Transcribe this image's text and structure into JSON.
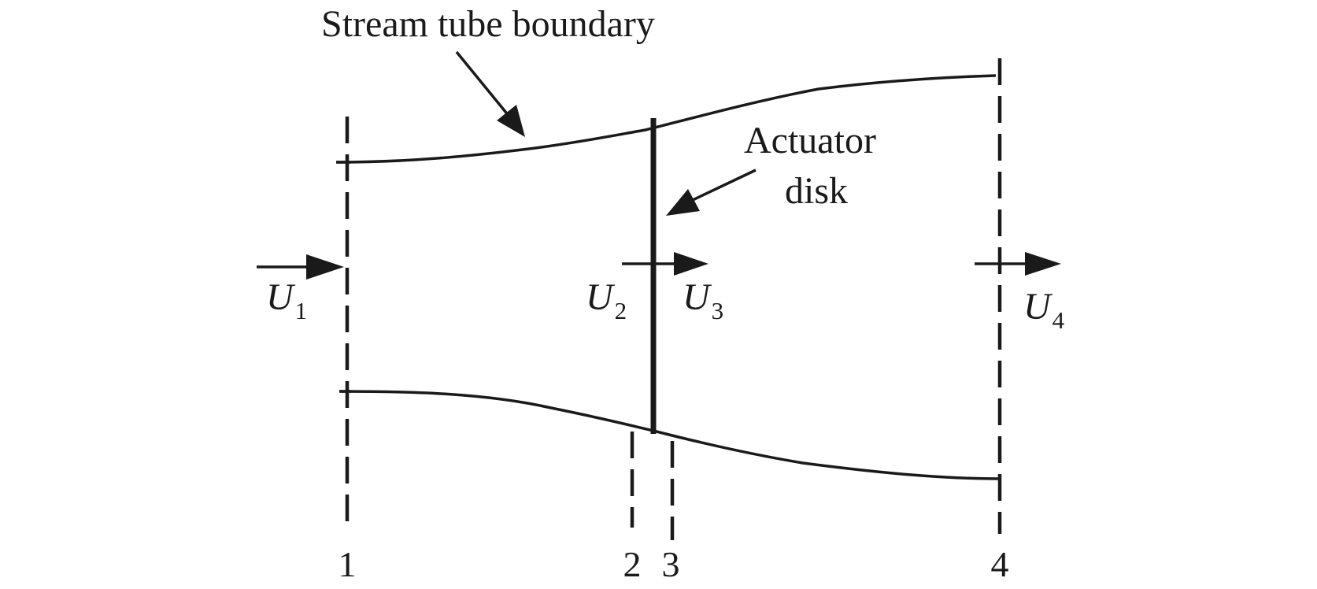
{
  "labels": {
    "stream_tube_boundary": "Stream tube boundary",
    "actuator_disk_line1": "Actuator",
    "actuator_disk_line2": "disk"
  },
  "velocities": [
    {
      "symbol": "U",
      "subscript": "1"
    },
    {
      "symbol": "U",
      "subscript": "2"
    },
    {
      "symbol": "U",
      "subscript": "3"
    },
    {
      "symbol": "U",
      "subscript": "4"
    }
  ],
  "stations": [
    "1",
    "2",
    "3",
    "4"
  ],
  "colors": {
    "ink": "#1a1a1a",
    "background": "#ffffff"
  }
}
